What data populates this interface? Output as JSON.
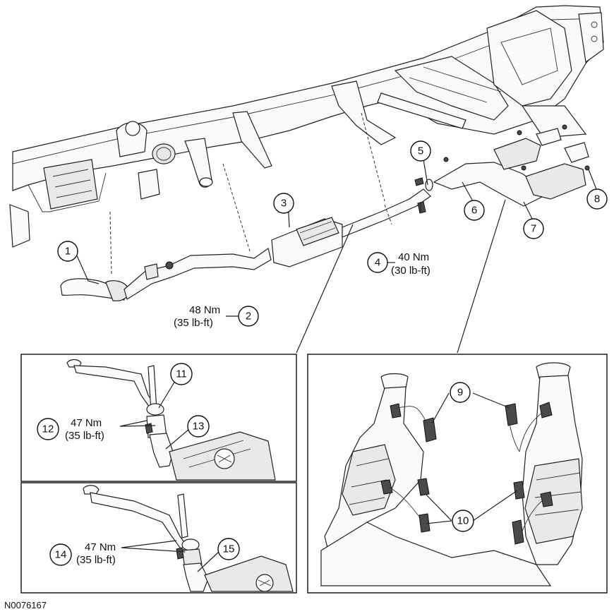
{
  "reference_id": "N0076167",
  "callouts": [
    {
      "num": "1"
    },
    {
      "num": "2",
      "torque_nm": "48 Nm",
      "torque_lbft": "(35 lb-ft)"
    },
    {
      "num": "3"
    },
    {
      "num": "4",
      "torque_nm": "40 Nm",
      "torque_lbft": "(30 lb-ft)"
    },
    {
      "num": "5"
    },
    {
      "num": "6"
    },
    {
      "num": "7"
    },
    {
      "num": "8"
    },
    {
      "num": "9"
    },
    {
      "num": "10"
    },
    {
      "num": "11"
    },
    {
      "num": "12",
      "torque_nm": "47 Nm",
      "torque_lbft": "(35 lb-ft)"
    },
    {
      "num": "13"
    },
    {
      "num": "14",
      "torque_nm": "47 Nm",
      "torque_lbft": "(35 lb-ft)"
    },
    {
      "num": "15"
    }
  ]
}
